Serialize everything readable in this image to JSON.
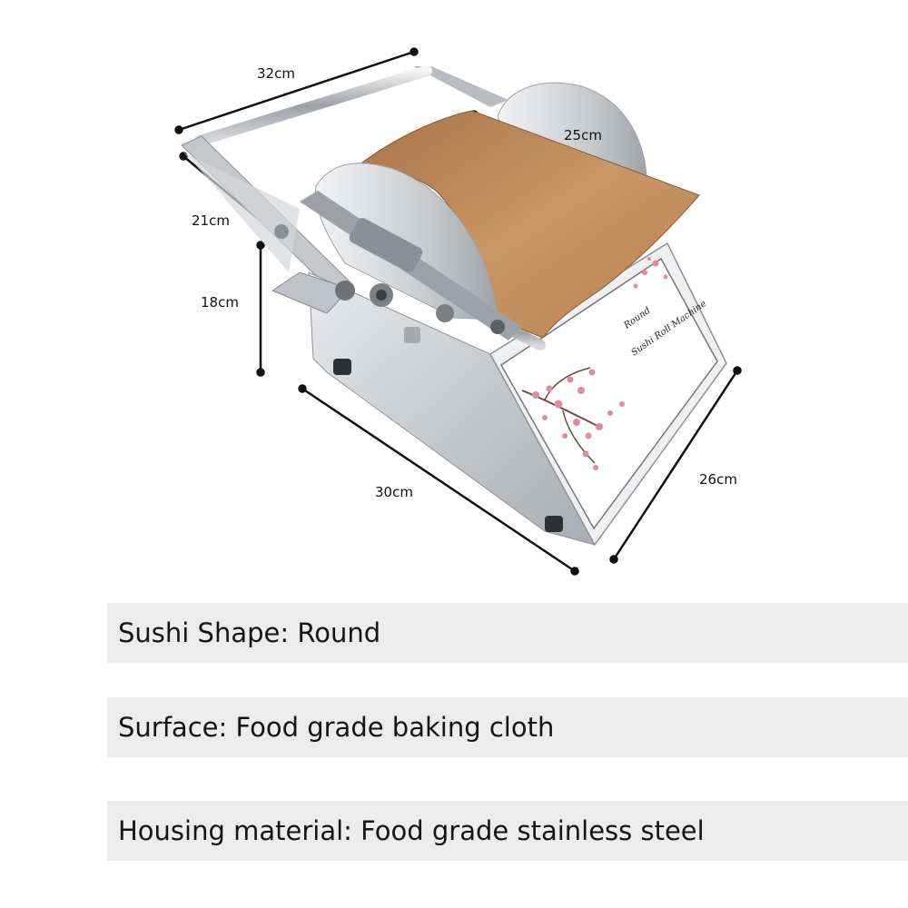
{
  "dimensions": {
    "top_width": "32cm",
    "cloth_width": "25cm",
    "side_depth": "21cm",
    "height": "18cm",
    "base_length": "30cm",
    "base_depth": "26cm"
  },
  "machine_label": {
    "line1": "Round",
    "line2": "Sushi Roll Machine"
  },
  "specs": [
    {
      "text": "Sushi Shape: Round"
    },
    {
      "text": "Surface: Food grade baking cloth"
    },
    {
      "text": "Housing material: Food grade stainless steel"
    }
  ],
  "colors": {
    "steel": "#c9ccd0",
    "cloth": "#c08a5a",
    "spec_bar": "#ececec",
    "blossom": "#e48aa0"
  }
}
